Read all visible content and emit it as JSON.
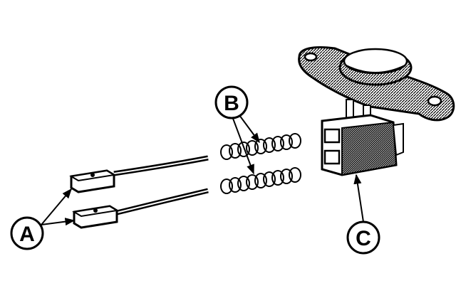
{
  "callouts": {
    "a": "A",
    "b": "B",
    "c": "C"
  },
  "colors": {
    "ink": "#000000",
    "paper": "#ffffff",
    "shade": "#cfcfcf"
  }
}
